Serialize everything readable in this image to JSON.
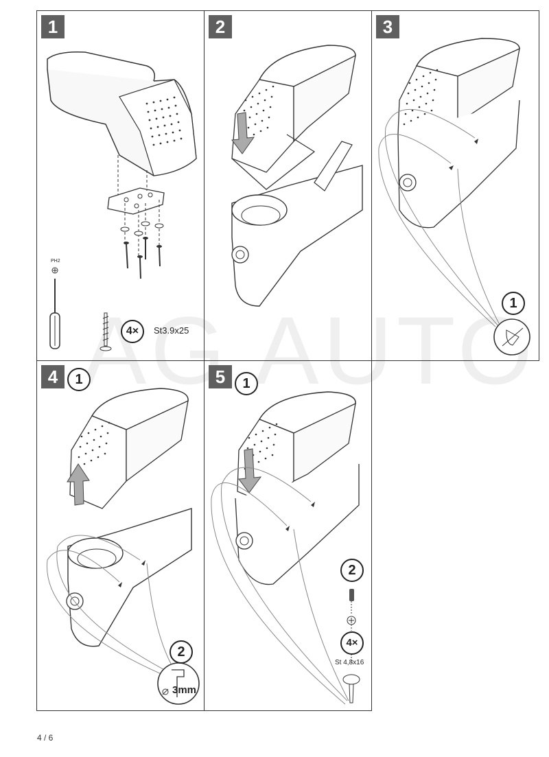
{
  "watermark": "AG AUTO",
  "steps": {
    "s1": {
      "number": "1",
      "tool_label": "PH2",
      "count": "4×",
      "screw_spec": "St3.9x25"
    },
    "s2": {
      "number": "2"
    },
    "s3": {
      "number": "3",
      "sub1": "1"
    },
    "s4": {
      "number": "4",
      "sub1": "1",
      "sub2": "2",
      "drill_size": "3mm"
    },
    "s5": {
      "number": "5",
      "sub1": "1",
      "sub2": "2",
      "count": "4×",
      "screw_spec": "St 4,8x16"
    }
  },
  "page": "4 / 6"
}
